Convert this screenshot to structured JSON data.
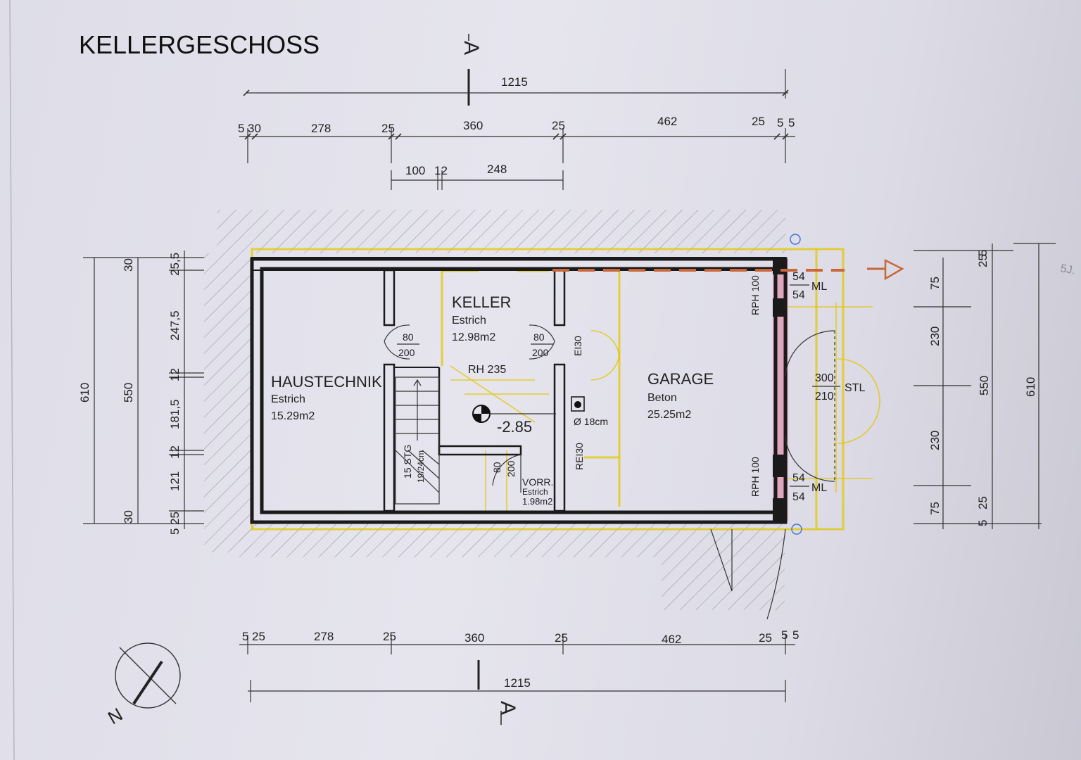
{
  "title": "KELLERGESCHOSS",
  "section_marks": {
    "top": "A",
    "bottom": "A"
  },
  "dims_top": {
    "overall": "1215",
    "row": [
      "5",
      "30",
      "278",
      "25",
      "360",
      "25",
      "462",
      "25",
      "5",
      "5"
    ],
    "sub": [
      "100",
      "12",
      "248"
    ]
  },
  "dims_bottom": {
    "overall": "1215",
    "row": [
      "5",
      "25",
      "278",
      "25",
      "360",
      "25",
      "462",
      "25",
      "5",
      "5"
    ]
  },
  "dims_left": {
    "overall": "610",
    "inner": "550",
    "row": [
      "30",
      "25,5",
      "247,5",
      "12",
      "181,5",
      "12",
      "121",
      "30",
      "5",
      "25"
    ]
  },
  "dims_right": {
    "overall": "610",
    "inner": "550",
    "row": [
      "75",
      "25",
      "5",
      "230",
      "230",
      "75",
      "5",
      "25"
    ]
  },
  "rooms": {
    "haustechnik": {
      "name": "HAUSTECHNIK",
      "floor": "Estrich",
      "area": "15.29m2"
    },
    "keller": {
      "name": "KELLER",
      "floor": "Estrich",
      "area": "12.98m2"
    },
    "garage": {
      "name": "GARAGE",
      "floor": "Beton",
      "area": "25.25m2"
    },
    "vorr": {
      "name": "VORR.",
      "floor": "Estrich",
      "area": "1.98m2"
    }
  },
  "labels": {
    "rh": "RH 235",
    "level": "-2.85",
    "door1_w": "80",
    "door1_h": "200",
    "door2_w": "80",
    "door2_h": "200",
    "door3_w": "80",
    "door3_h": "200",
    "ei30": "EI30",
    "rei30": "REI30",
    "chimney": "Ø 18cm",
    "stairs": "15 STG",
    "stairs_dim": "19/24cm",
    "rph_top": "RPH 100",
    "rph_bottom": "RPH 100",
    "ml_top_a": "54",
    "ml_top_b": "54",
    "ml_top": "ML",
    "ml_bot_a": "54",
    "ml_bot_b": "54",
    "ml_bot": "ML",
    "garage_door_w": "300",
    "garage_door_h": "210",
    "stl": "STL",
    "north": "N",
    "margin_note": "5J."
  }
}
